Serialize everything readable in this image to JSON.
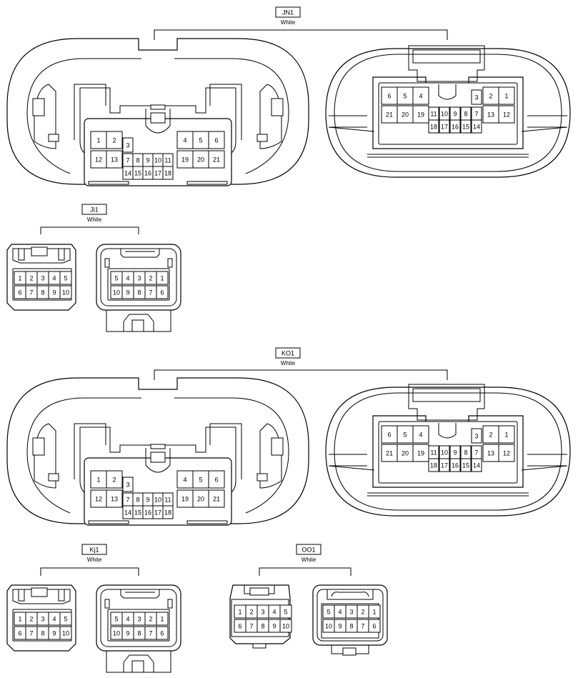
{
  "connectors": {
    "jn1": {
      "code": "JN1",
      "color": "White"
    },
    "ji1": {
      "code": "Ji1",
      "color": "White"
    },
    "ko1": {
      "code": "KO1",
      "color": "White"
    },
    "kj1": {
      "code": "Kj1",
      "color": "White"
    },
    "oo1": {
      "code": "OO1",
      "color": "White"
    }
  },
  "pinouts": {
    "large_female": {
      "top_left": [
        "1",
        "2"
      ],
      "pin3": "3",
      "top_right": [
        "4",
        "5",
        "6"
      ],
      "mid_left": [
        "12",
        "13"
      ],
      "mid_center": [
        "7",
        "8",
        "9",
        "10",
        "11"
      ],
      "mid_right": [
        "19",
        "20",
        "21"
      ],
      "bottom_center": [
        "14",
        "15",
        "16",
        "17",
        "18"
      ]
    },
    "large_male": {
      "top_left": [
        "6",
        "5",
        "4"
      ],
      "pin3": "3",
      "top_right": [
        "2",
        "1"
      ],
      "mid_left": [
        "21",
        "20",
        "19"
      ],
      "mid_center": [
        "11",
        "10",
        "9",
        "8",
        "7"
      ],
      "mid_right": [
        "13",
        "12"
      ],
      "bottom_center": [
        "18",
        "17",
        "16",
        "15",
        "14"
      ]
    },
    "small_female": {
      "row1": [
        "1",
        "2",
        "3",
        "4",
        "5"
      ],
      "row2": [
        "6",
        "7",
        "8",
        "9",
        "10"
      ]
    },
    "small_male": {
      "row1": [
        "5",
        "4",
        "3",
        "2",
        "1"
      ],
      "row2": [
        "10",
        "9",
        "8",
        "7",
        "6"
      ]
    }
  }
}
